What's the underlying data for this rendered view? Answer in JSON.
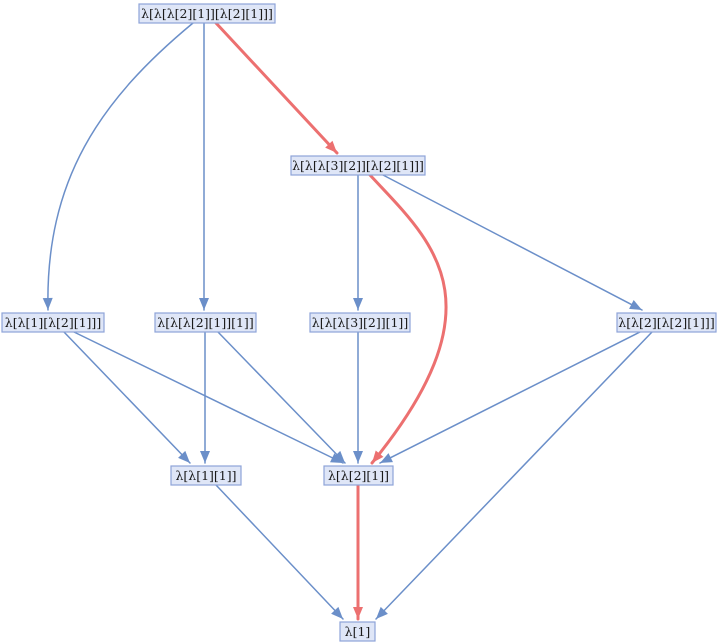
{
  "graph": {
    "colors": {
      "edge": "#6b8fc9",
      "highlight": "#ec7070",
      "node_fill": "#dfe6f7",
      "node_border": "#8ea4d8",
      "label": "#1a1a1a"
    },
    "nodes": [
      {
        "id": "n0",
        "label": "λ[λ[λ[2][1]][λ[2][1]]]"
      },
      {
        "id": "n1",
        "label": "λ[λ[λ[3][2]][λ[2][1]]]"
      },
      {
        "id": "n2",
        "label": "λ[λ[1][λ[2][1]]]"
      },
      {
        "id": "n3",
        "label": "λ[λ[λ[2][1]][1]]"
      },
      {
        "id": "n4",
        "label": "λ[λ[λ[3][2]][1]]"
      },
      {
        "id": "n5",
        "label": "λ[λ[2][λ[2][1]]]"
      },
      {
        "id": "n6",
        "label": "λ[λ[1][1]]"
      },
      {
        "id": "n7",
        "label": "λ[λ[2][1]]"
      },
      {
        "id": "n8",
        "label": "λ[1]"
      }
    ],
    "edges": [
      {
        "from": "n0",
        "to": "n2",
        "highlighted": false
      },
      {
        "from": "n0",
        "to": "n3",
        "highlighted": false
      },
      {
        "from": "n0",
        "to": "n1",
        "highlighted": true
      },
      {
        "from": "n1",
        "to": "n4",
        "highlighted": false
      },
      {
        "from": "n1",
        "to": "n7",
        "highlighted": true
      },
      {
        "from": "n1",
        "to": "n5",
        "highlighted": false
      },
      {
        "from": "n2",
        "to": "n6",
        "highlighted": false
      },
      {
        "from": "n2",
        "to": "n7",
        "highlighted": false
      },
      {
        "from": "n3",
        "to": "n6",
        "highlighted": false
      },
      {
        "from": "n3",
        "to": "n7",
        "highlighted": false
      },
      {
        "from": "n4",
        "to": "n7",
        "highlighted": false
      },
      {
        "from": "n5",
        "to": "n7",
        "highlighted": false
      },
      {
        "from": "n5",
        "to": "n8",
        "highlighted": false
      },
      {
        "from": "n6",
        "to": "n8",
        "highlighted": false
      },
      {
        "from": "n7",
        "to": "n8",
        "highlighted": true
      }
    ]
  }
}
